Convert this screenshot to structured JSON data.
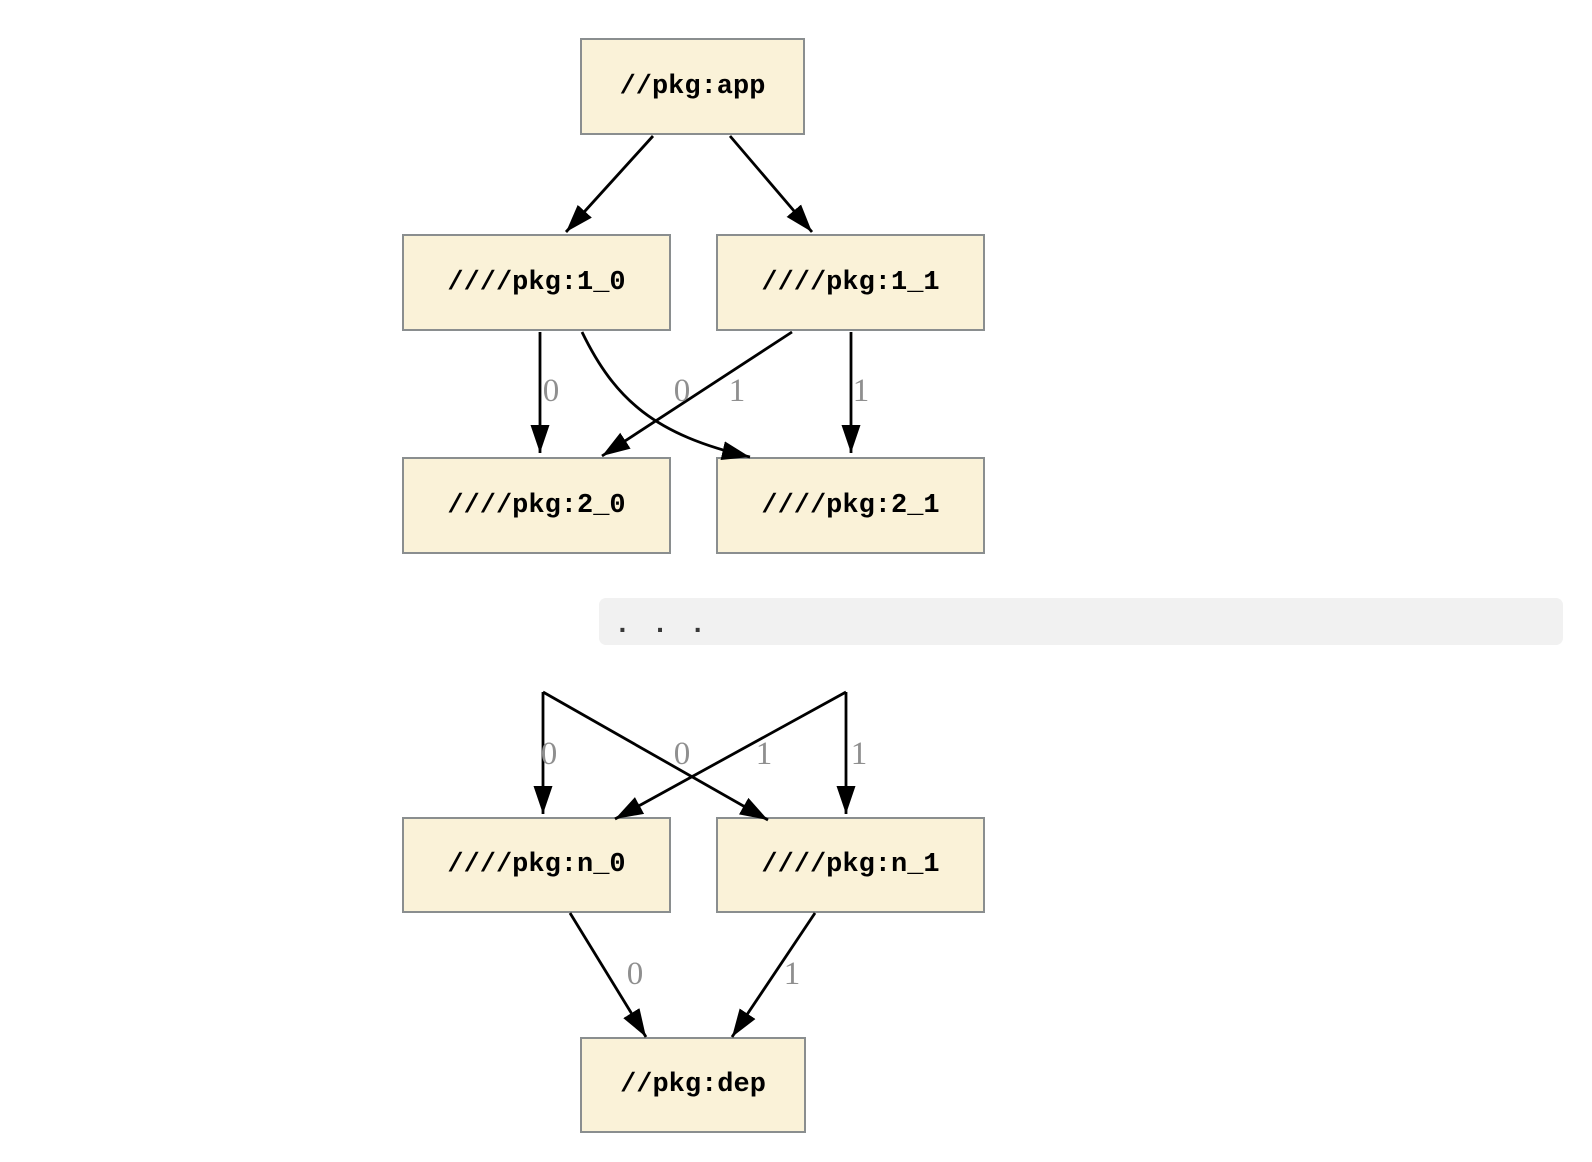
{
  "diagram": {
    "type": "dependency-graph",
    "nodes": [
      {
        "id": "app",
        "label": "//pkg:app"
      },
      {
        "id": "1_0",
        "label": "////pkg:1_0"
      },
      {
        "id": "1_1",
        "label": "////pkg:1_1"
      },
      {
        "id": "2_0",
        "label": "////pkg:2_0"
      },
      {
        "id": "2_1",
        "label": "////pkg:2_1"
      },
      {
        "id": "n_0",
        "label": "////pkg:n_0"
      },
      {
        "id": "n_1",
        "label": "////pkg:n_1"
      },
      {
        "id": "dep",
        "label": "//pkg:dep"
      }
    ],
    "ellipsis_text": ". . .",
    "edges": [
      {
        "from": "//pkg:app",
        "to": "////pkg:1_0",
        "label": ""
      },
      {
        "from": "//pkg:app",
        "to": "////pkg:1_1",
        "label": ""
      },
      {
        "from": "////pkg:1_0",
        "to": "////pkg:2_0",
        "label": "0"
      },
      {
        "from": "////pkg:1_0",
        "to": "////pkg:2_1",
        "label": "1"
      },
      {
        "from": "////pkg:1_1",
        "to": "////pkg:2_0",
        "label": "0"
      },
      {
        "from": "////pkg:1_1",
        "to": "////pkg:2_1",
        "label": "1"
      },
      {
        "from": "ellipsis",
        "to": "////pkg:n_0",
        "label": "0"
      },
      {
        "from": "ellipsis",
        "to": "////pkg:n_1",
        "label": "1"
      },
      {
        "from": "ellipsis",
        "to": "////pkg:n_0",
        "label": "0"
      },
      {
        "from": "ellipsis",
        "to": "////pkg:n_1",
        "label": "1"
      },
      {
        "from": "////pkg:n_0",
        "to": "//pkg:dep",
        "label": "0"
      },
      {
        "from": "////pkg:n_1",
        "to": "//pkg:dep",
        "label": "1"
      }
    ],
    "colors": {
      "background": "#ffffff",
      "node_fill": "#faf2d8",
      "node_border": "#8a8e8f",
      "node_text": "#000000",
      "edge": "#000000",
      "edge_label": "#8f8f8f",
      "ellipsis_band": "#f1f1f1",
      "ellipsis_dots": "#383838"
    }
  }
}
